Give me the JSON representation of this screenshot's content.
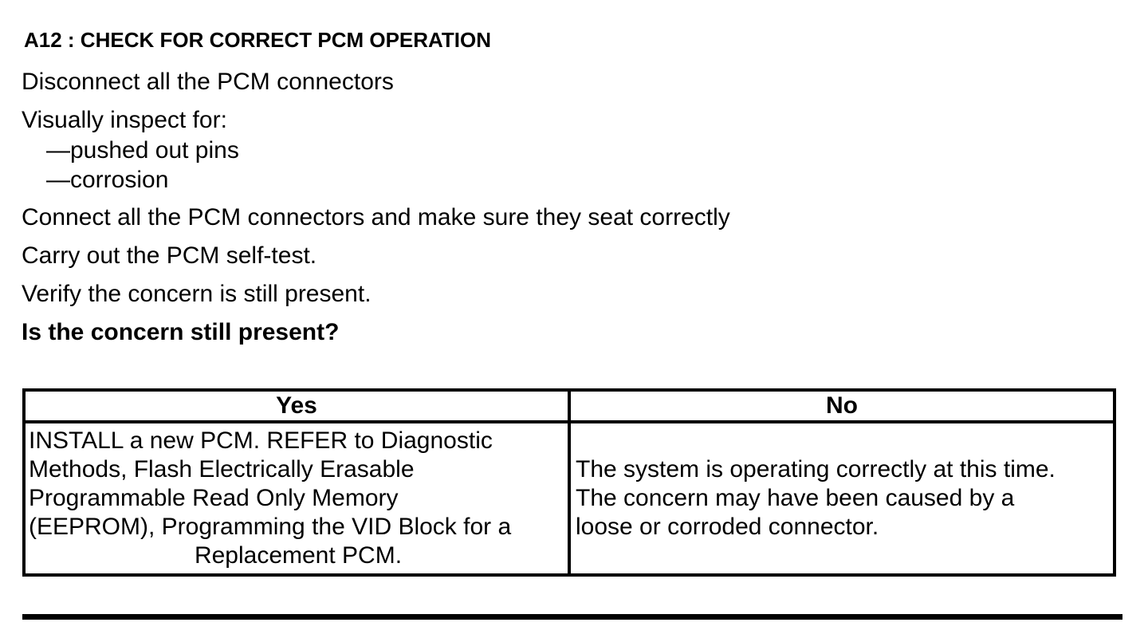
{
  "document": {
    "heading": "A12 : CHECK FOR CORRECT PCM OPERATION",
    "steps": {
      "disconnect": "Disconnect all the PCM connectors",
      "inspect_intro": "Visually inspect for:",
      "inspect_items": [
        "—pushed out pins",
        "—corrosion"
      ],
      "connect": "Connect all the PCM connectors and make sure they seat correctly",
      "self_test": "Carry out the PCM self-test.",
      "verify": "Verify the concern is still present."
    },
    "question": "Is the concern still present?",
    "results_table": {
      "yes_header": "Yes",
      "no_header": "No",
      "yes_lines": [
        "INSTALL a new PCM. REFER to Diagnostic",
        "Methods, Flash Electrically Erasable",
        "Programmable Read Only Memory",
        "(EEPROM), Programming the VID Block for a",
        "Replacement PCM."
      ],
      "no_lines": [
        "The system is operating correctly at this time.",
        "The concern may have been caused by a",
        "loose or corroded connector."
      ]
    },
    "colors": {
      "ink": "#000000",
      "paper": "#ffffff"
    }
  }
}
